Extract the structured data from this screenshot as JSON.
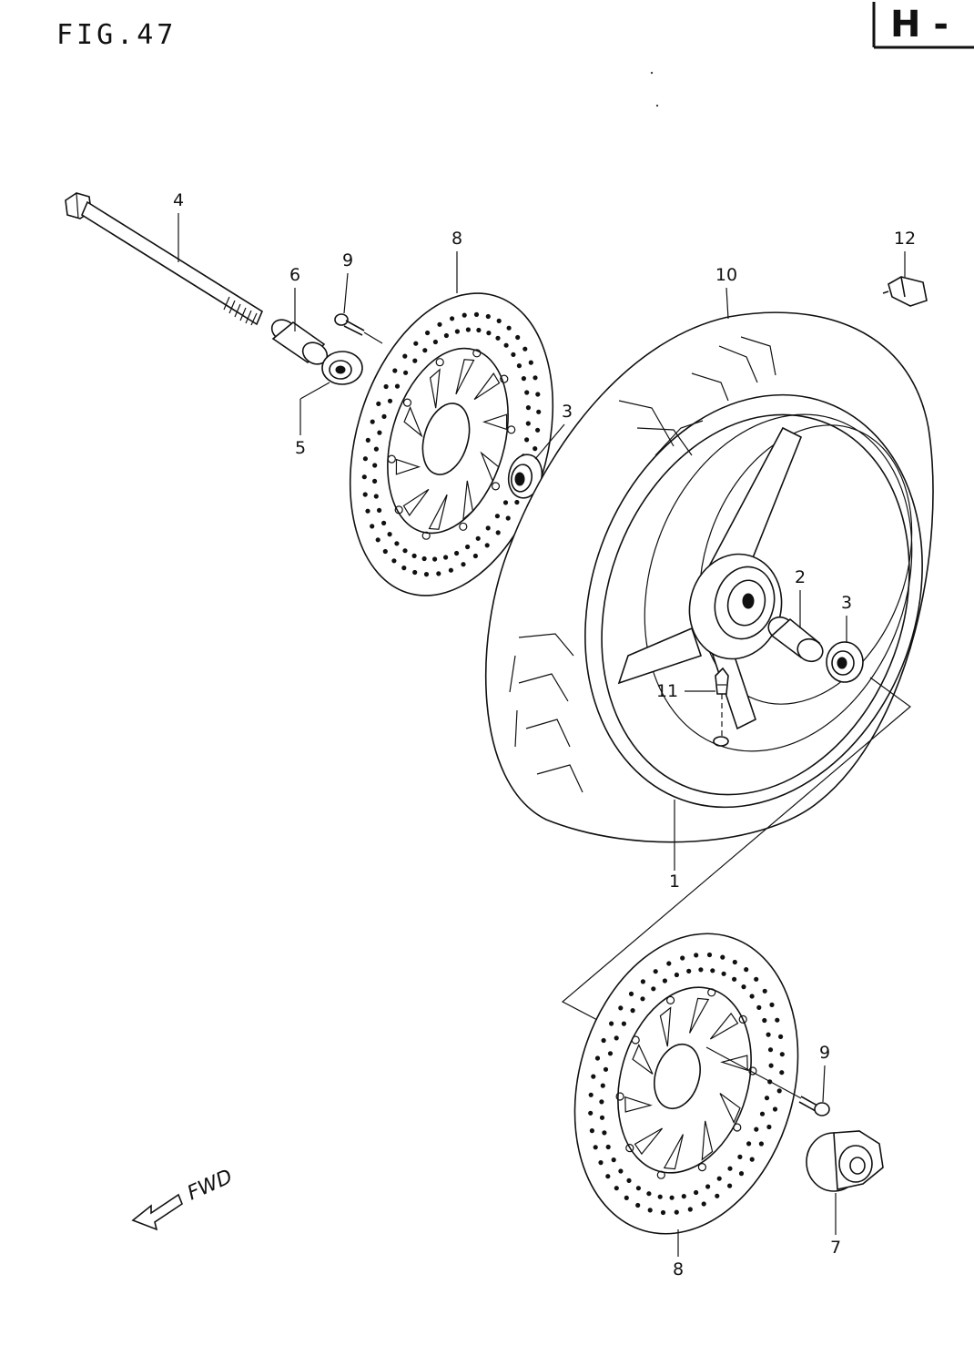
{
  "figure": {
    "title": "FIG.47",
    "section_tag": "H -"
  },
  "direction": {
    "label": "FWD"
  },
  "callouts": [
    {
      "id": "part-4",
      "text": "4"
    },
    {
      "id": "part-6",
      "text": "6"
    },
    {
      "id": "part-9-top",
      "text": "9"
    },
    {
      "id": "part-8-top",
      "text": "8"
    },
    {
      "id": "part-5",
      "text": "5"
    },
    {
      "id": "part-3-left",
      "text": "3"
    },
    {
      "id": "part-10",
      "text": "10"
    },
    {
      "id": "part-12",
      "text": "12"
    },
    {
      "id": "part-2",
      "text": "2"
    },
    {
      "id": "part-3-right",
      "text": "3"
    },
    {
      "id": "part-11",
      "text": "11"
    },
    {
      "id": "part-1",
      "text": "1"
    },
    {
      "id": "part-9-bottom",
      "text": "9"
    },
    {
      "id": "part-7",
      "text": "7"
    },
    {
      "id": "part-8-bottom",
      "text": "8"
    }
  ]
}
